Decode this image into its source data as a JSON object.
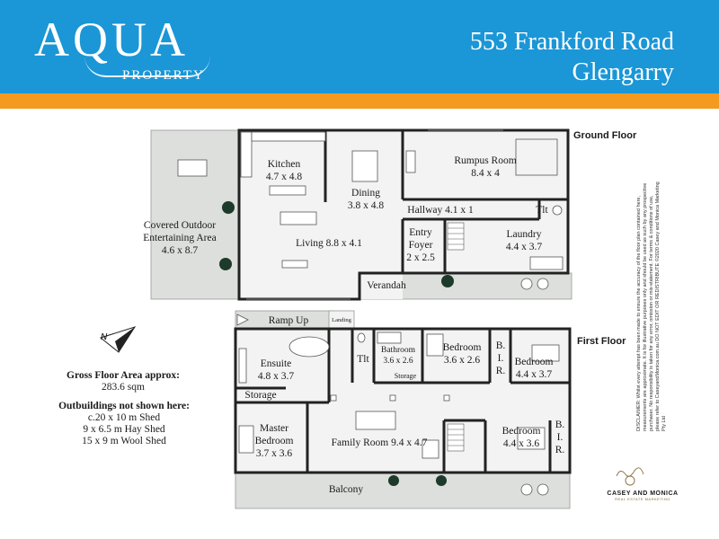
{
  "header": {
    "logo_main": "AQUA",
    "logo_sub": "PROPERTY",
    "address_line1": "553 Frankford Road",
    "address_line2": "Glengarry",
    "colors": {
      "primary": "#1b96d6",
      "accent": "#f39a1f"
    }
  },
  "floors": {
    "ground": "Ground Floor",
    "first": "First Floor"
  },
  "ground_rooms": {
    "kitchen": [
      "Kitchen",
      "4.7 x 4.8"
    ],
    "dining": [
      "Dining",
      "3.8 x 4.8"
    ],
    "rumpus": [
      "Rumpus Room",
      "8.4 x 4"
    ],
    "outdoor": [
      "Covered Outdoor",
      "Entertaining Area",
      "4.6 x 8.7"
    ],
    "hallway": "Hallway 4.1 x 1",
    "tlt": "Tlt",
    "living": "Living 8.8 x 4.1",
    "entry": [
      "Entry",
      "Foyer",
      "2 x 2.5"
    ],
    "laundry": [
      "Laundry",
      "4.4 x 3.7"
    ],
    "verandah": "Verandah"
  },
  "first_rooms": {
    "ramp": "Ramp Up",
    "landing": "Landing",
    "ensuite": [
      "Ensuite",
      "4.8 x 3.7"
    ],
    "tlt": "Tlt",
    "bathroom": [
      "Bathroom",
      "3.6 x 2.6"
    ],
    "storage_small": "Storage",
    "bedroom1": [
      "Bedroom",
      "3.6 x 2.6"
    ],
    "bir1": [
      "B.",
      "I.",
      "R."
    ],
    "bedroom2": [
      "Bedroom",
      "4.4 x 3.7"
    ],
    "storage": "Storage",
    "master": [
      "Master",
      "Bedroom",
      "3.7 x 3.6"
    ],
    "family": "Family Room 9.4 x 4.7",
    "bedroom3": [
      "Bedroom",
      "4.4 x 3.6"
    ],
    "bir2": [
      "B.",
      "I.",
      "R."
    ],
    "balcony": "Balcony"
  },
  "info": {
    "gfa_title": "Gross Floor Area approx:",
    "gfa_value": "283.6 sqm",
    "out_title": "Outbuildings not shown here:",
    "out_lines": [
      "c.20 x 10 m Shed",
      "9 x 6.5 m Hay Shed",
      "15 x 9 m Wool Shed"
    ]
  },
  "disclaimer": "DISCLAIMER: Whilst every attempt has been made to ensure the accuracy of the floor plan contained here, measurements are approximate. It is for illustrative purposes only and should be used as such by any prospective purchaser. No responsibility is taken for any error, omission or mis-statement. For terms & conditions of use, please refer to CaseyandMonica.com.au  DO NOT EDIT OR REDISTRIBUTE  ©2020 Casey and Monica Marketing Pty Ltd",
  "brand": {
    "name": "CASEY AND MONICA",
    "sub": "REAL ESTATE MARKETING"
  }
}
